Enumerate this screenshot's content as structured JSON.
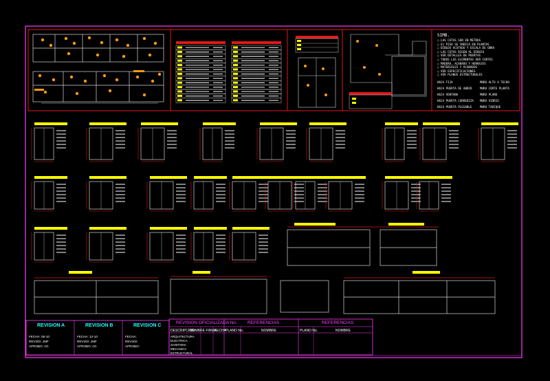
{
  "drawing": {
    "legend_title": "SIMB.",
    "legend_notes": [
      "LAS COTAS SON EN METROS",
      "EL PISO SE INDICA EN PLANTAS",
      "DIBUJO ACOTADO Y ESCALA DE OBRA",
      "LAS COTAS RIGEN AL DIBUJO",
      "VER DETALLES DE PUERTAS",
      "TODOS LOS ELEMENTOS VER CORTES",
      "MADERA, ACABADO Y HERRAJES",
      "MATERIALES Y ACABADOS",
      "VER ESPECIFICACIONES",
      "VER PLANOS ESTRUCTURALES"
    ],
    "legend_symbols_left": [
      "HOJA FIJA",
      "HOJA PUERTA DE ABRIR",
      "HOJA VENTANA",
      "HOJA PUERTA CORREDIZA",
      "HOJA PUERTA PLEGABLE"
    ],
    "legend_symbols_right": [
      "MURO ALTO A TECHO",
      "MURO CORTE PLANTA",
      "MURO PLANO",
      "MURO VIDRIO",
      "MURO TABIQUE"
    ],
    "title_block": {
      "revisions": [
        {
          "title": "REVISION A",
          "rows": [
            "FECHA: 05-10",
            "REVISO: JMF",
            "APROBO: AG"
          ]
        },
        {
          "title": "REVISION B",
          "rows": [
            "FECHA: 12-10",
            "REVISO: JMF",
            "APROBO: AG"
          ]
        },
        {
          "title": "REVISION C",
          "rows": [
            "FECHA:",
            "REVISO:",
            "APROBO:"
          ]
        }
      ],
      "col_rev": "REVISION OFICIALIZADA No.",
      "col_ref1": "REFERENCIAS",
      "col_ref2": "REFERENCIAS",
      "sub_desc": "DESCRIPCION",
      "sub_name": "NOMBRE FIRMA",
      "sub_date": "FECHA",
      "sub_plan": "PLANO No.",
      "sub_nombre": "NOMBRE",
      "sub_plan2": "PLANO No.",
      "sub_nombre2": "NOMBRE",
      "rows": [
        "ARQUITECTURA",
        "ELECTRICA",
        "SANITARIA",
        "MECANICA",
        "ESTRUCTURAL"
      ]
    }
  },
  "colors": {
    "frame": "#ff3cff",
    "red": "#e01818",
    "yellow": "#ffff00",
    "orange": "#ff9a10",
    "white": "#ffffff",
    "cyan": "#39ffff",
    "blue": "#3050ff",
    "grey": "#bdbdbd"
  }
}
